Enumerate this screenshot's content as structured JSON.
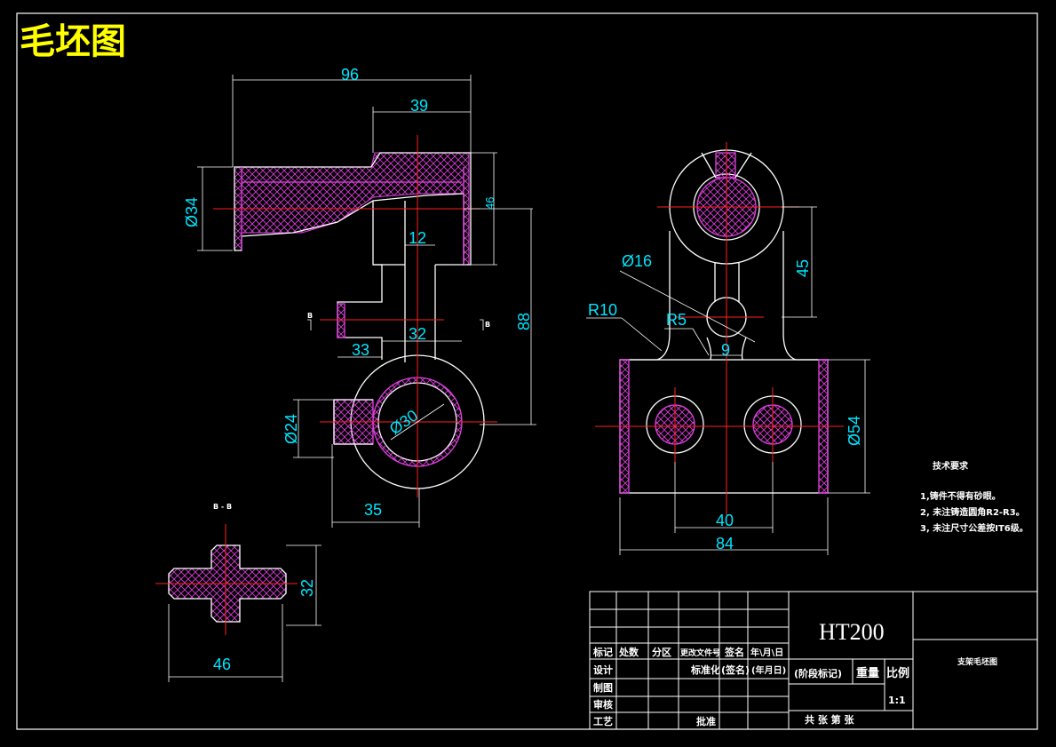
{
  "drawing_title": "毛坯图",
  "colors": {
    "outline": "#ffffff",
    "dimension": "#00e5ff",
    "centerline": "#ff2020",
    "hatch": "#e040e0",
    "title": "#ffff00",
    "background": "#000000"
  },
  "front_view_dims": {
    "d96": "96",
    "d39": "39",
    "phi34": "Ø34",
    "d46": "46",
    "d12": "12",
    "d88": "88",
    "d33": "33",
    "d32": "32",
    "phi30": "Ø30",
    "phi24": "Ø24",
    "d35": "35"
  },
  "side_view_dims": {
    "phi16": "Ø16",
    "r10": "R10",
    "r5": "R5",
    "d45": "45",
    "d9": "9",
    "phi54": "Ø54",
    "d40": "40",
    "d84": "84"
  },
  "section_view": {
    "label": "B - B",
    "d32": "32",
    "d46": "46"
  },
  "section_marks": {
    "left": "B",
    "right": "B"
  },
  "tech_requirements": {
    "heading": "技术要求",
    "items": [
      "1,铸件不得有砂眼。",
      "2, 未注铸造圆角R2-R3。",
      "3, 未注尺寸公差按IT6级。"
    ]
  },
  "title_block": {
    "material": "HT200",
    "part_name": "支架毛坯图",
    "row_labels": [
      "标记",
      "处数",
      "分区",
      "更改文件号",
      "签名",
      "年\\月\\日"
    ],
    "design": "设计",
    "standardization": "标准化",
    "signature": "(签名)",
    "date": "(年月日)",
    "stage_mark": "(阶段标记)",
    "weight": "重量",
    "scale_label": "比例",
    "scale": "1:1",
    "drawing": "制图",
    "review": "审核",
    "process": "工艺",
    "approve": "批准",
    "sheets": "共   张   第   张"
  }
}
